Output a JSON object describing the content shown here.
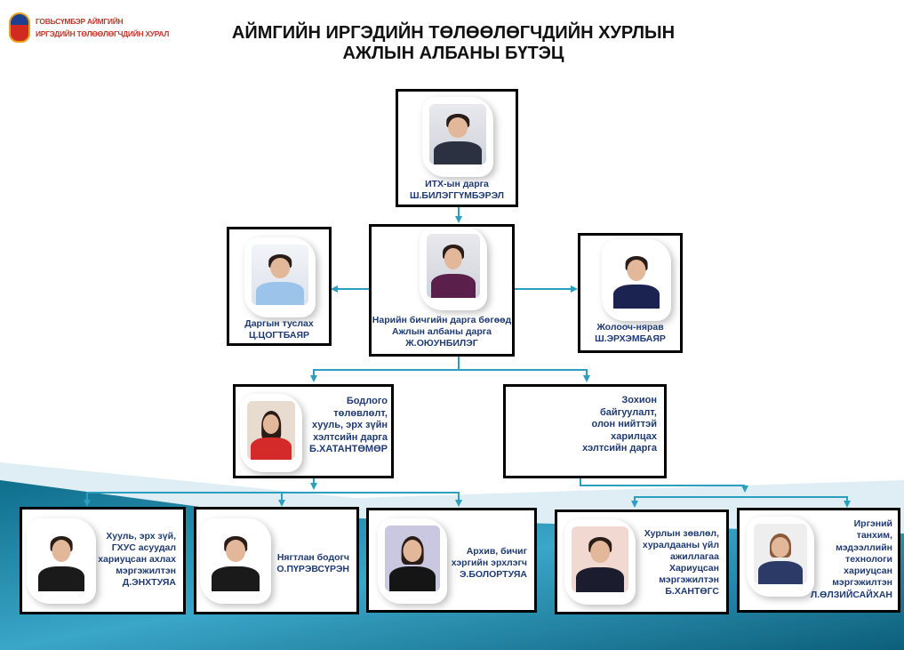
{
  "logo": {
    "line1": "ГОВЬСҮМБЭР АЙМГИЙН",
    "line2": "ИРГЭДИЙН ТӨЛӨӨЛӨГЧДИЙН ХУРАЛ"
  },
  "title": {
    "line1": "АЙМГИЙН ИРГЭДИЙН ТӨЛӨӨЛӨГЧДИЙН ХУРЛЫН",
    "line2": "АЖЛЫН АЛБАНЫ БҮТЭЦ"
  },
  "colors": {
    "accent": "#2a9fbf",
    "text": "#1f3b73",
    "logo": "#c0392b"
  },
  "nodes": {
    "chairman": {
      "role": "ИТХ-ын дарга",
      "name": "Ш.БИЛЭГГҮМБЭРЭЛ"
    },
    "secretary": {
      "role1": "Нарийн бичгийн дарга бөгөөд",
      "role2": "Ажлын албаны дарга",
      "name": "Ж.ОЮУНБИЛЭГ"
    },
    "assistant": {
      "role": "Даргын туслах",
      "name": "Ц.ЦОГТБАЯР"
    },
    "driver": {
      "role": "Жолооч-нярав",
      "name": "Ш.ЭРХЭМБАЯР"
    },
    "policy_head": {
      "lines": [
        "Бодлого",
        "төлөвлөлт,",
        "хууль, эрх зүйн",
        "хэлтсийн дарга"
      ],
      "name": "Б.ХАТАНТӨМӨР"
    },
    "org_head": {
      "lines": [
        "Зохион",
        "байгуулалт,",
        "олон нийттэй",
        "харилцах",
        "хэлтсийн дарга"
      ]
    },
    "legal": {
      "lines": [
        "Хууль, эрх зүй,",
        "ГХУС асуудал",
        "хариуцсан ахлах",
        "мэргэжилтэн"
      ],
      "name": "Д.ЭНХТУЯА"
    },
    "accountant": {
      "lines": [
        "Нягтлан бодогч"
      ],
      "name": "О.ПҮРЭВСҮРЭН"
    },
    "archive": {
      "lines": [
        "Архив, бичиг",
        "хэргийн эрхлэгч"
      ],
      "name": "Э.БОЛОРТУЯА"
    },
    "session": {
      "lines": [
        "Хурлын зөвлөл,",
        "хуралдааны үйл",
        "ажиллагаа",
        "Хариуцсан",
        "мэргэжилтэн"
      ],
      "name": "Б.ХАНТӨГС"
    },
    "citizen_hall": {
      "lines": [
        "Иргэний",
        "танхим,",
        "мэдээллийн",
        "технологи",
        "хариуцсан",
        "мэргэжилтэн"
      ],
      "name": "Л.ӨЛЗИЙСАЙХАН"
    }
  }
}
